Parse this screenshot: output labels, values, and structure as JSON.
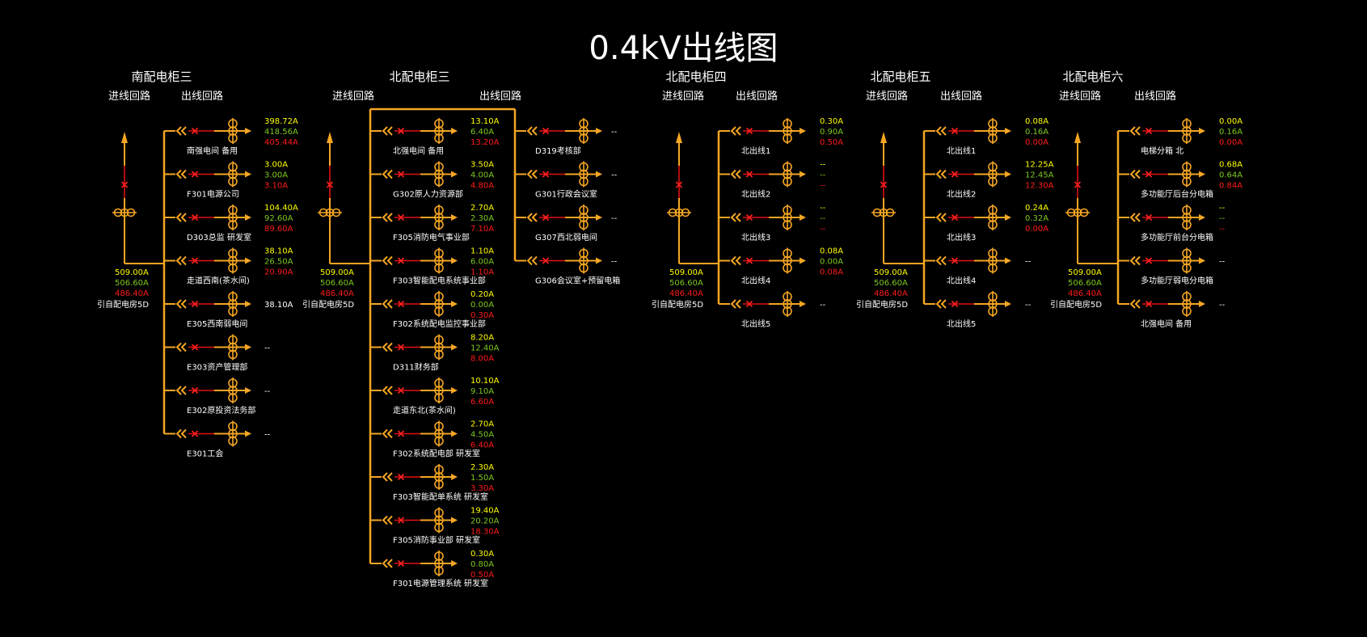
{
  "title": "0.4kV出线图",
  "colors": {
    "bus": "#f5a623",
    "line": "#e01010",
    "breaker": "#ff2020",
    "yellow": "#ffff00",
    "green": "#7ec820",
    "red": "#ff1a1a",
    "white": "#ffffff"
  },
  "labels": {
    "incoming": "进线回路",
    "outgoing": "出线回路"
  },
  "cabinets": [
    {
      "name": "南配电柜三",
      "incoming": {
        "a": "509.00A",
        "b": "506.60A",
        "c": "486.40A",
        "source": "引自配电房5D"
      },
      "feeders": [
        {
          "name": "南强电间 备用",
          "a": "398.72A",
          "b": "418.56A",
          "c": "405.44A"
        },
        {
          "name": "F301电源公司",
          "a": "3.00A",
          "b": "3.00A",
          "c": "3.10A"
        },
        {
          "name": "D303总监 研发室",
          "a": "104.40A",
          "b": "92.60A",
          "c": "89.60A"
        },
        {
          "name": "走道西南(茶水间)",
          "a": "38.10A",
          "b": "26.50A",
          "c": "20.90A"
        },
        {
          "name": "E305西南弱电间",
          "single": "38.10A"
        },
        {
          "name": "E303资产管理部",
          "single": "--"
        },
        {
          "name": "E302原投资法务部",
          "single": "--"
        },
        {
          "name": "E301工会",
          "single": "--"
        }
      ]
    },
    {
      "name": "北配电柜三",
      "incoming": {
        "a": "509.00A",
        "b": "506.60A",
        "c": "486.40A",
        "source": "引自配电房5D"
      },
      "feeders": [
        {
          "name": "北强电间 备用",
          "a": "13.10A",
          "b": "6.40A",
          "c": "13.20A"
        },
        {
          "name": "G302原人力资源部",
          "a": "3.50A",
          "b": "4.00A",
          "c": "4.80A"
        },
        {
          "name": "F305消防电气事业部",
          "a": "2.70A",
          "b": "2.30A",
          "c": "7.10A"
        },
        {
          "name": "F303智能配电系统事业部",
          "a": "1.10A",
          "b": "6.00A",
          "c": "1.10A"
        },
        {
          "name": "F302系统配电监控事业部",
          "a": "0.20A",
          "b": "0.00A",
          "c": "0.30A"
        },
        {
          "name": "D311财务部",
          "a": "8.20A",
          "b": "12.40A",
          "c": "8.00A"
        },
        {
          "name": "走道东北(茶水间)",
          "a": "10.10A",
          "b": "9.10A",
          "c": "6.60A"
        },
        {
          "name": "F302系统配电部 研发室",
          "a": "2.70A",
          "b": "4.50A",
          "c": "6.40A"
        },
        {
          "name": "F303智能配单系统 研发室",
          "a": "2.30A",
          "b": "1.50A",
          "c": "3.30A"
        },
        {
          "name": "F305消防事业部 研发室",
          "a": "19.40A",
          "b": "20.20A",
          "c": "18.30A"
        },
        {
          "name": "F301电源管理系统 研发室",
          "a": "0.30A",
          "b": "0.80A",
          "c": "0.50A"
        }
      ],
      "extra_feeders": [
        {
          "name": "D319考核部",
          "single": "--"
        },
        {
          "name": "G301行政会议室",
          "single": "--"
        },
        {
          "name": "G307西北弱电间",
          "single": "--"
        },
        {
          "name": "G306会议室+预留电箱",
          "single": "--"
        }
      ]
    },
    {
      "name": "北配电柜四",
      "incoming": {
        "a": "509.00A",
        "b": "506.60A",
        "c": "486.40A",
        "source": "引自配电房5D"
      },
      "feeders": [
        {
          "name": "北出线1",
          "a": "0.30A",
          "b": "0.90A",
          "c": "0.50A"
        },
        {
          "name": "北出线2",
          "a": "--",
          "b": "--",
          "c": "--"
        },
        {
          "name": "北出线3",
          "a": "--",
          "b": "--",
          "c": "--"
        },
        {
          "name": "北出线4",
          "a": "0.08A",
          "b": "0.00A",
          "c": "0.08A"
        },
        {
          "name": "北出线5",
          "single": "--"
        }
      ]
    },
    {
      "name": "北配电柜五",
      "incoming": {
        "a": "509.00A",
        "b": "506.60A",
        "c": "486.40A",
        "source": "引自配电房5D"
      },
      "feeders": [
        {
          "name": "北出线1",
          "a": "0.08A",
          "b": "0.16A",
          "c": "0.00A"
        },
        {
          "name": "北出线2",
          "a": "12.25A",
          "b": "12.45A",
          "c": "12.30A"
        },
        {
          "name": "北出线3",
          "a": "0.24A",
          "b": "0.32A",
          "c": "0.00A"
        },
        {
          "name": "北出线4",
          "single": "--"
        },
        {
          "name": "北出线5",
          "single": "--"
        }
      ]
    },
    {
      "name": "北配电柜六",
      "incoming": {
        "a": "509.00A",
        "b": "506.60A",
        "c": "486.40A",
        "source": "引自配电房5D"
      },
      "feeders": [
        {
          "name": "电梯分箱 北",
          "a": "0.00A",
          "b": "0.16A",
          "c": "0.00A"
        },
        {
          "name": "多功能厅后台分电箱",
          "a": "0.68A",
          "b": "0.64A",
          "c": "0.84A"
        },
        {
          "name": "多功能厅前台分电箱",
          "a": "--",
          "b": "--",
          "c": "--"
        },
        {
          "name": "多功能厅弱电分电箱",
          "single": "--"
        },
        {
          "name": "北强电间 备用",
          "single": "--"
        }
      ]
    }
  ]
}
